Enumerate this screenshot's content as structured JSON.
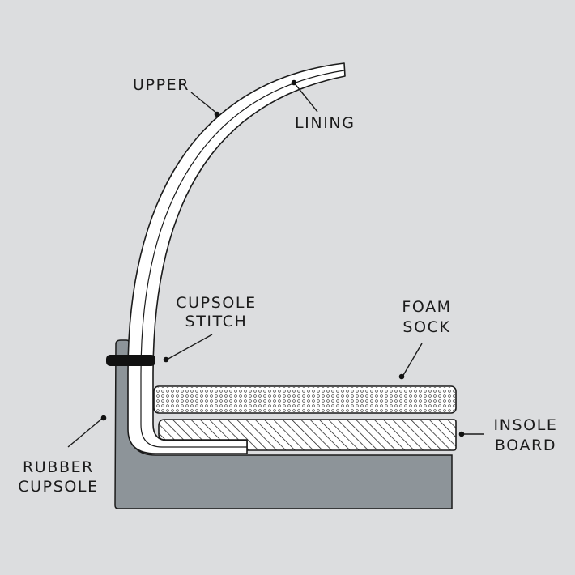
{
  "labels": {
    "upper": "UPPER",
    "lining": "LINING",
    "cupsole_stitch_line1": "CUPSOLE",
    "cupsole_stitch_line2": "STITCH",
    "foam_sock_line1": "FOAM",
    "foam_sock_line2": "SOCK",
    "insole_board_line1": "INSOLE",
    "insole_board_line2": "BOARD",
    "rubber_cupsole_line1": "RUBBER",
    "rubber_cupsole_line2": "CUPSOLE"
  },
  "colors": {
    "background": "#dcdddf",
    "rubber_cupsole": "#8d9499",
    "outline": "#1b1b1b",
    "layer_fill": "#ffffff",
    "stitch": "#111111"
  }
}
